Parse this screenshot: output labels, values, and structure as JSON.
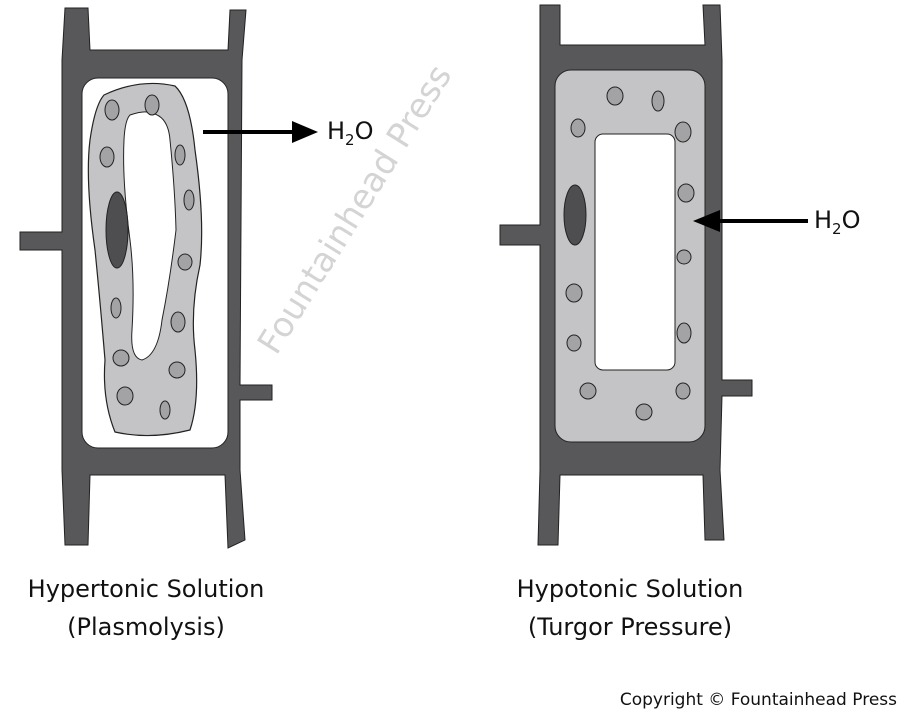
{
  "left_cell": {
    "title": "Hypertonic Solution",
    "subtitle": "(Plasmolysis)",
    "water_label": "H",
    "water_sub": "2",
    "water_end": "O",
    "water_direction": "out"
  },
  "right_cell": {
    "title": "Hypotonic Solution",
    "subtitle": "(Turgor Pressure)",
    "water_label": "H",
    "water_sub": "2",
    "water_end": "O",
    "water_direction": "in"
  },
  "watermark": "Fountainhead Press",
  "copyright": "Copyright © Fountainhead Press",
  "colors": {
    "wall": "#58585a",
    "cytoplasm": "#c4c4c6",
    "organelle": "#a3a3a5",
    "nucleus": "#4e4e50"
  }
}
